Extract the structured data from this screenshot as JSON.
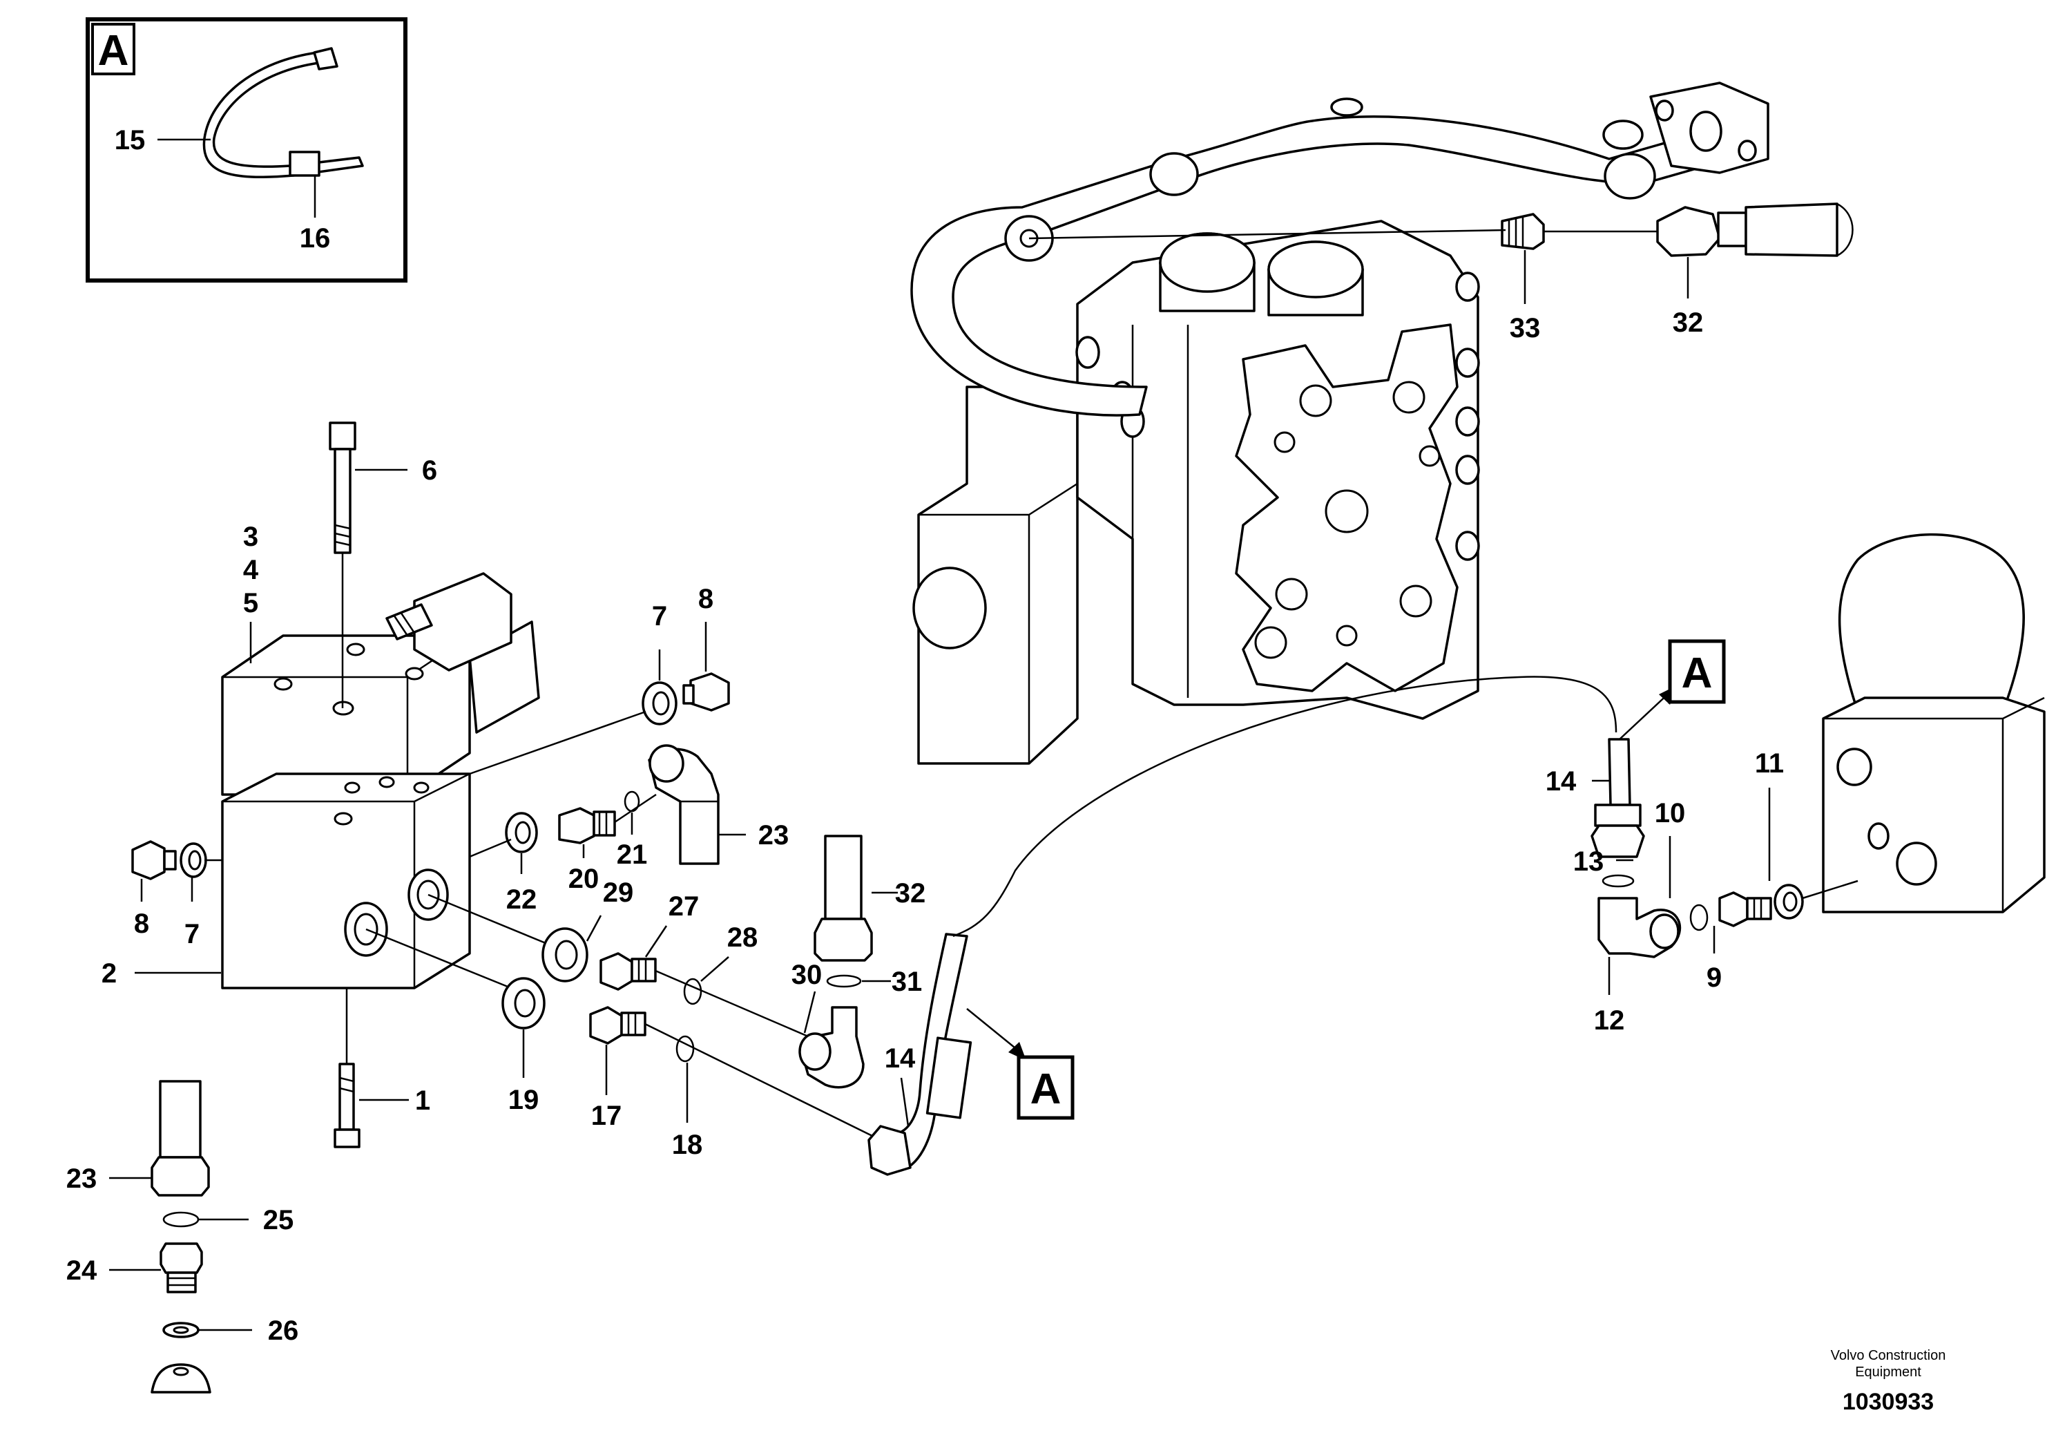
{
  "callouts": {
    "c15": "15",
    "c16": "16",
    "c6": "6",
    "c3": "3",
    "c4": "4",
    "c5": "5",
    "c7a": "7",
    "c8a": "8",
    "c8b": "8",
    "c7b": "7",
    "c2": "2",
    "c1": "1",
    "c22": "22",
    "c20": "20",
    "c21": "21",
    "c23a": "23",
    "c27": "27",
    "c29": "29",
    "c19": "19",
    "c17": "17",
    "c28": "28",
    "c18": "18",
    "c30": "30",
    "c31": "31",
    "c32a": "32",
    "c14a": "14",
    "c33": "33",
    "c32b": "32",
    "c14b": "14",
    "c13": "13",
    "c10": "10",
    "c11": "11",
    "c9": "9",
    "c12": "12",
    "c23b": "23",
    "c25": "25",
    "c24": "24",
    "c26": "26"
  },
  "detail_refs": {
    "inset": "A",
    "hose_top": "A",
    "hose_bottom": "A"
  },
  "footer": {
    "brand_line1": "Volvo Construction",
    "brand_line2": "Equipment",
    "doc_number": "1030933"
  }
}
